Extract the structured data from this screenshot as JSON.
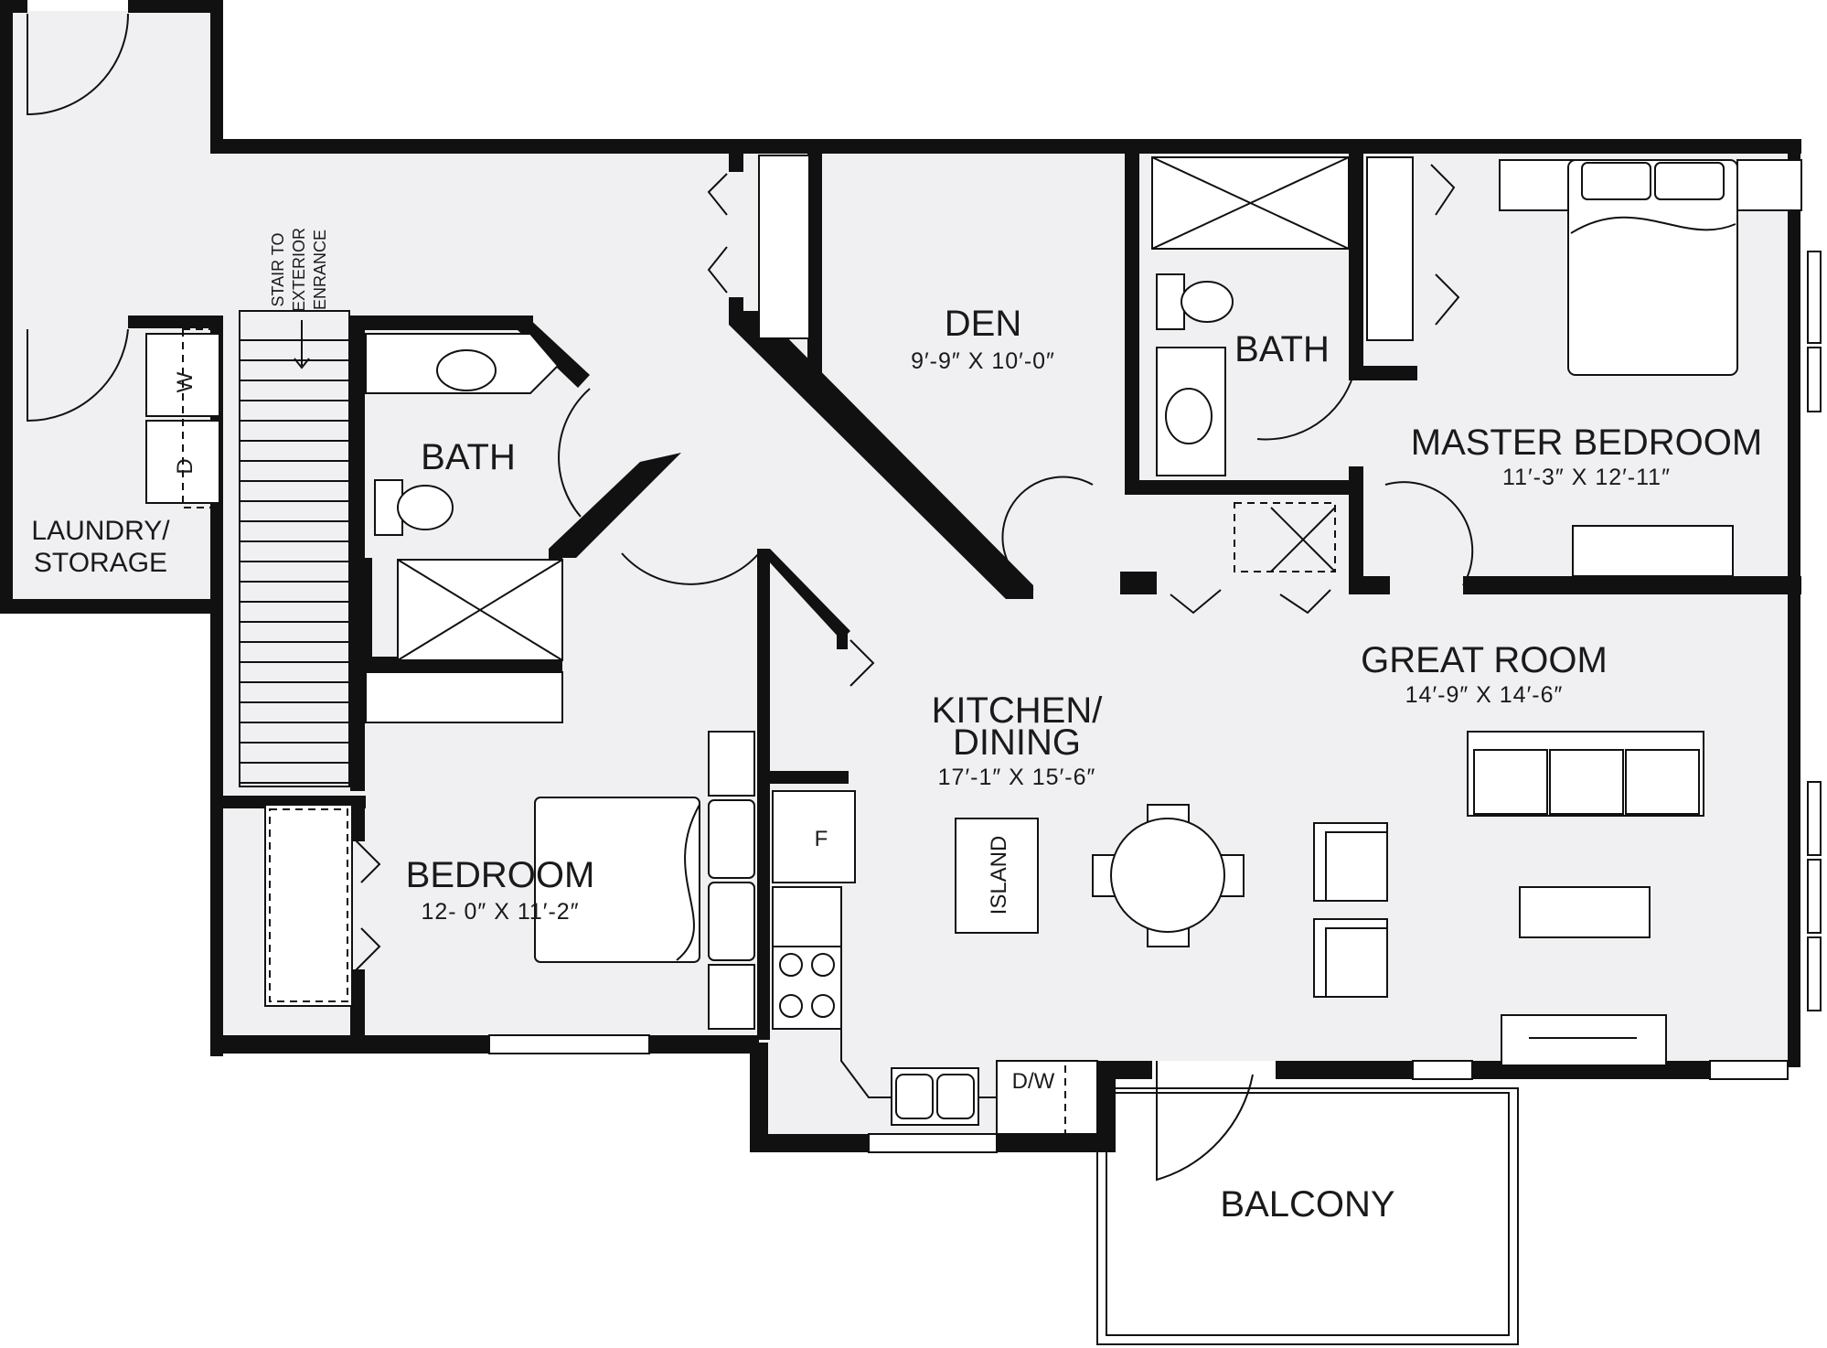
{
  "rooms": {
    "den": {
      "name": "DEN",
      "dims": "9′-9″ X 10′-0″"
    },
    "bath_master": {
      "name": "BATH"
    },
    "master_bedroom": {
      "name": "MASTER BEDROOM",
      "dims": "11′-3″ X 12′-11″"
    },
    "bath_main": {
      "name": "BATH"
    },
    "laundry": {
      "line1": "LAUNDRY/",
      "line2": "STORAGE"
    },
    "great_room": {
      "name": "GREAT ROOM",
      "dims": "14′-9″ X 14′-6″"
    },
    "kitchen": {
      "line1": "KITCHEN/",
      "line2": "DINING",
      "dims": "17′-1″ X 15′-6″"
    },
    "bedroom": {
      "name": "BEDROOM",
      "dims": "12- 0″ X 11′-2″"
    },
    "balcony": {
      "name": "BALCONY"
    }
  },
  "stair_note": {
    "line1": "STAIR TO",
    "line2": "EXTERIOR",
    "line3": "ENRANCE"
  },
  "fixtures": {
    "washer": "W",
    "dryer": "D",
    "fridge": "F",
    "island": "ISLAND",
    "dishwasher": "D/W"
  },
  "colors": {
    "floor": "#f0f0f2",
    "wall": "#111111"
  }
}
